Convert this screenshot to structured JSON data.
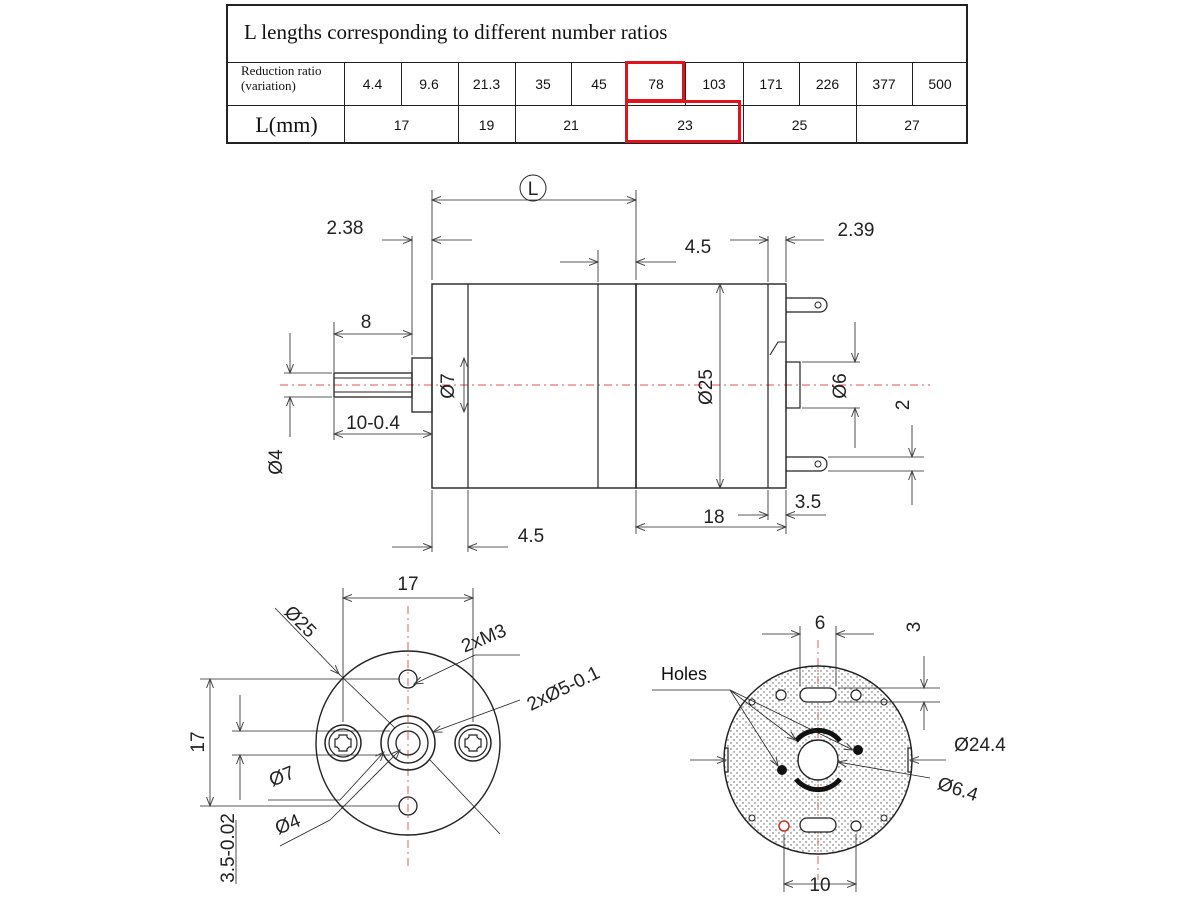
{
  "table": {
    "title": "L lengths corresponding to different number ratios",
    "ratio_header_line1": "Reduction ratio",
    "ratio_header_line2": "(variation)",
    "length_header": "L(mm)",
    "ratios": [
      "4.4",
      "9.6",
      "21.3",
      "35",
      "45",
      "78",
      "103",
      "171",
      "226",
      "377",
      "500"
    ],
    "lengths": [
      "17",
      "19",
      "21",
      "23",
      "25",
      "27"
    ],
    "highlighted_ratio": "78",
    "highlighted_length": "23",
    "highlight_color": "#e0141c"
  },
  "side_view": {
    "L_marker": "L",
    "dims": {
      "d238": "2.38",
      "d45top": "4.5",
      "d239": "2.39",
      "d8": "8",
      "d25": "Ø25",
      "d7": "Ø7",
      "d6": "Ø6",
      "d2": "2",
      "d10": "10-0.4",
      "d4": "Ø4",
      "d18": "18",
      "d35": "3.5",
      "d45bot": "4.5"
    }
  },
  "front_view": {
    "dims": {
      "d17w": "17",
      "d25": "Ø25",
      "m3": "2xM3",
      "d5": "2xØ5-0.1",
      "d17h": "17",
      "d7": "Ø7",
      "d4": "Ø4",
      "d35": "3.5-0.02"
    }
  },
  "rear_view": {
    "holes_label": "Holes",
    "dims": {
      "d6": "6",
      "d3": "3",
      "d244": "Ø24.4",
      "d64": "Ø6.4",
      "d10": "10"
    }
  }
}
